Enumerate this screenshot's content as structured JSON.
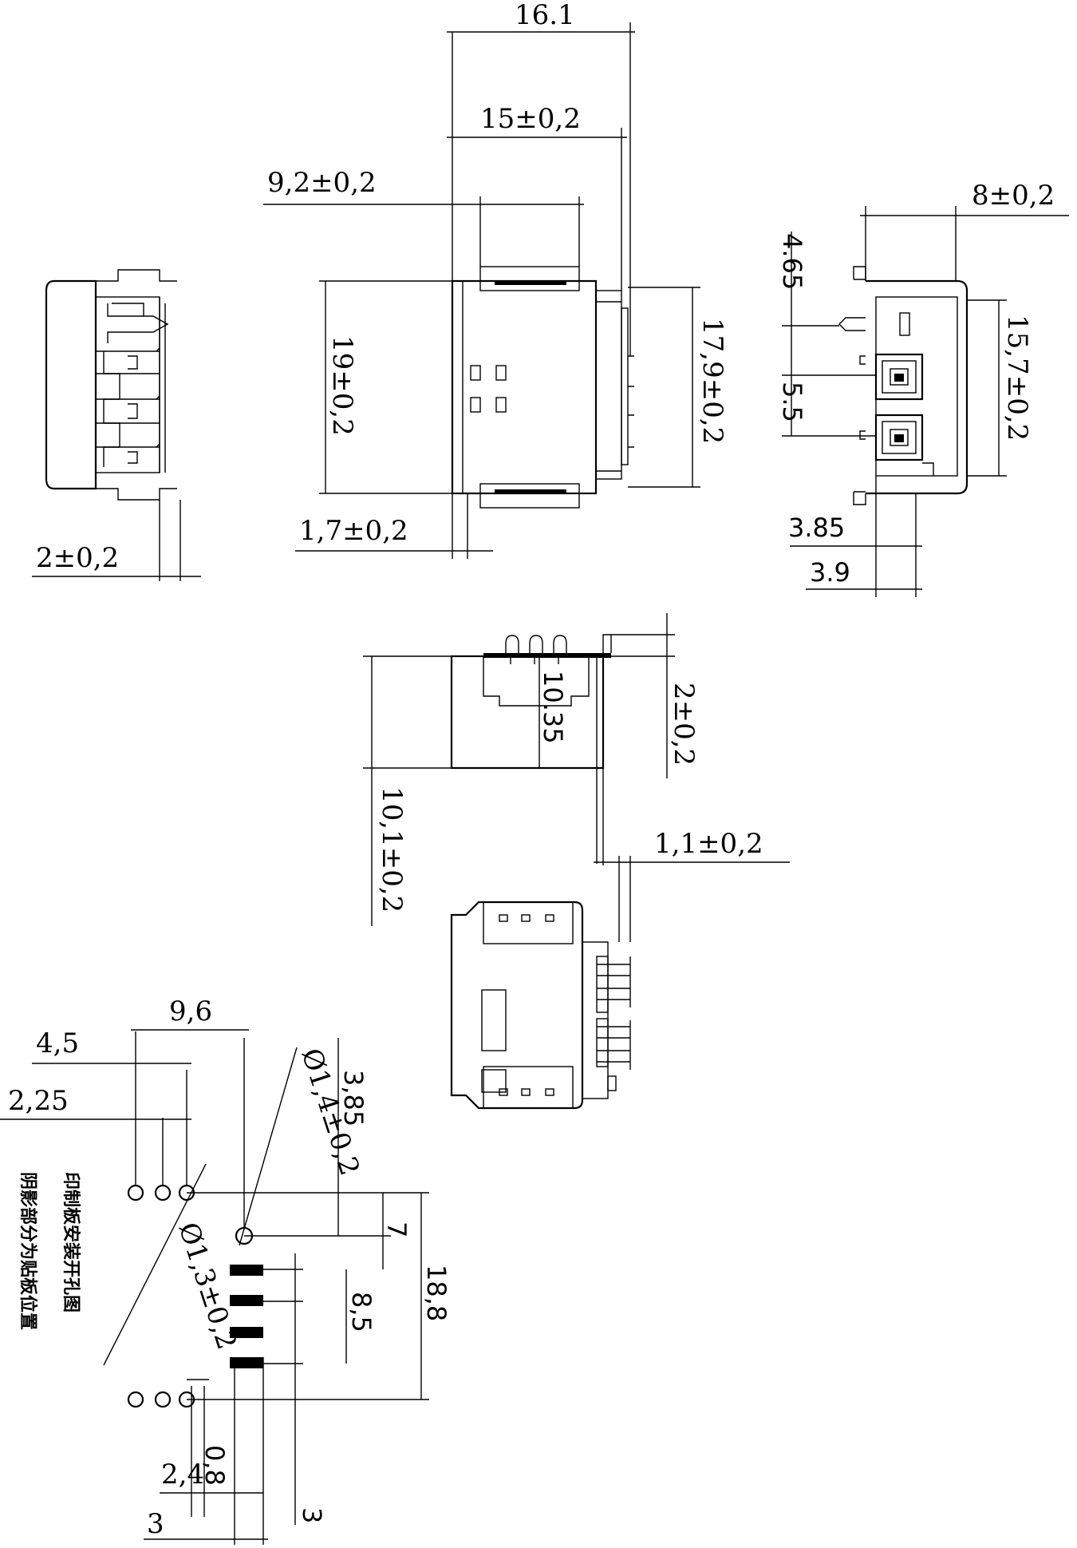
{
  "top": {
    "overall_width": "16.1",
    "body_width": "15±0,2",
    "inner_width": "9,2±0,2",
    "pin_height": "17,9±0,2",
    "body_height": "19±0,2",
    "flange_depth": "1,7±0,2"
  },
  "left_view": {
    "flange": "2±0,2"
  },
  "end_view": {
    "width": "8±0,2",
    "height": "15,7±0,2",
    "pin_offset_top": "4.65",
    "pin_pitch": "5.5",
    "depth_a": "3.85",
    "depth_b": "3.9"
  },
  "side_view": {
    "body_height": "10,1±0,2",
    "inner": "10.35",
    "pin_length": "2±0,2",
    "tab": "1,1±0,2"
  },
  "pcb": {
    "span_x": "9,6",
    "hole_pitch": "4,5",
    "hole_offset": "2,25",
    "hole_large": "Ø1,4±0,2",
    "hole_small": "Ø1,3±0,2",
    "pad_offset": "3,85",
    "pad_span_inner": "7",
    "pad_span": "8,5",
    "overall_height": "18,8",
    "pad_width": "0,8",
    "pad_gap": "2,4",
    "pad_length": "3",
    "pad_length_b": "3",
    "note_line1": "印制板安装开孔图",
    "note_line2": "阴影部分为贴板位置"
  }
}
